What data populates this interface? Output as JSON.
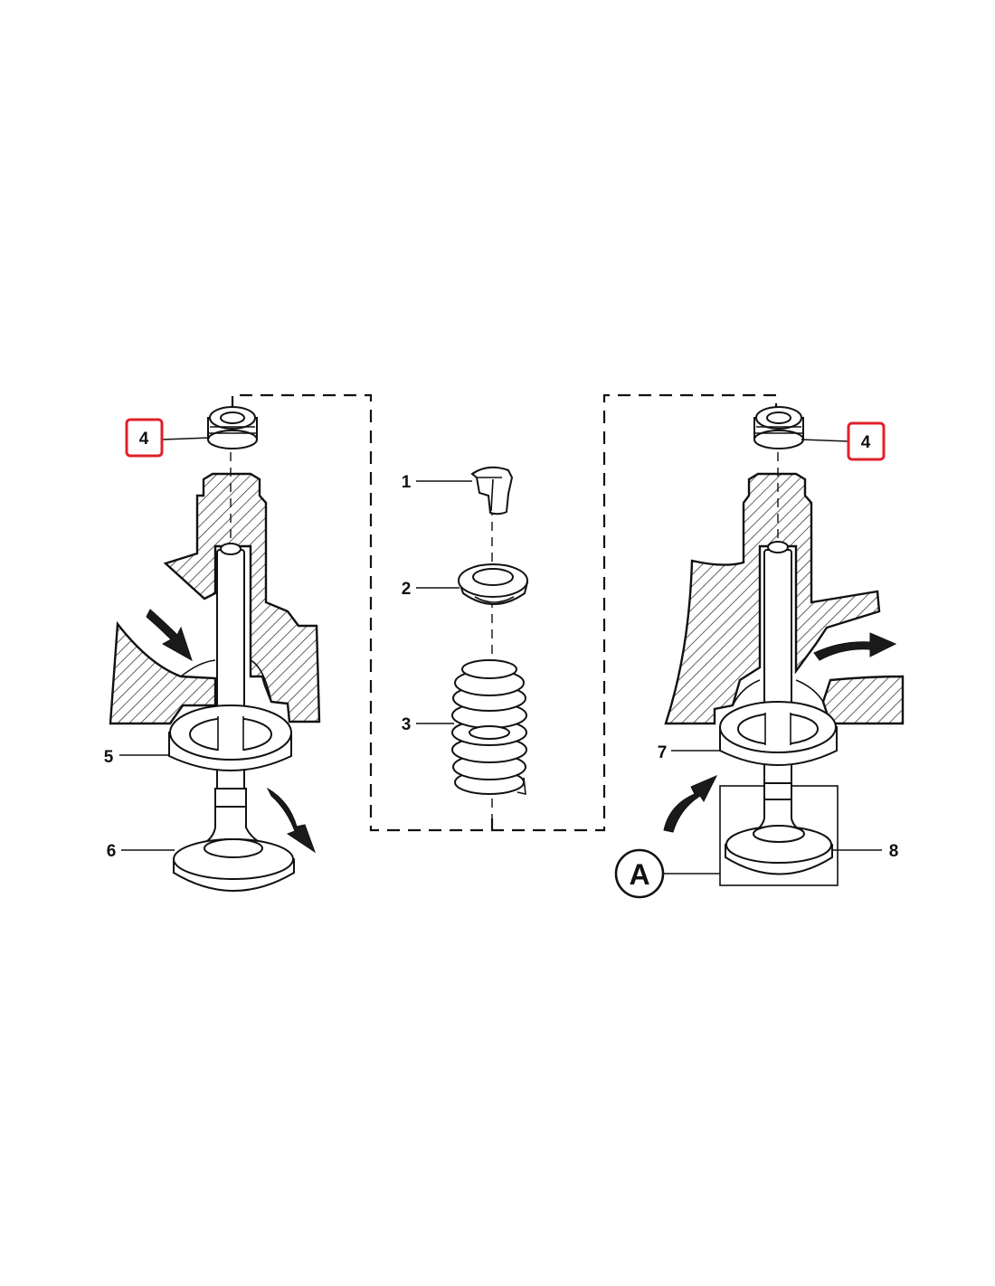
{
  "diagram": {
    "callouts": {
      "c1": "1",
      "c2": "2",
      "c3": "3",
      "c4_left": "4",
      "c4_right": "4",
      "c5": "5",
      "c6": "6",
      "c7": "7",
      "c8": "8",
      "cA": "A"
    },
    "highlight_color": "#e0202a"
  }
}
